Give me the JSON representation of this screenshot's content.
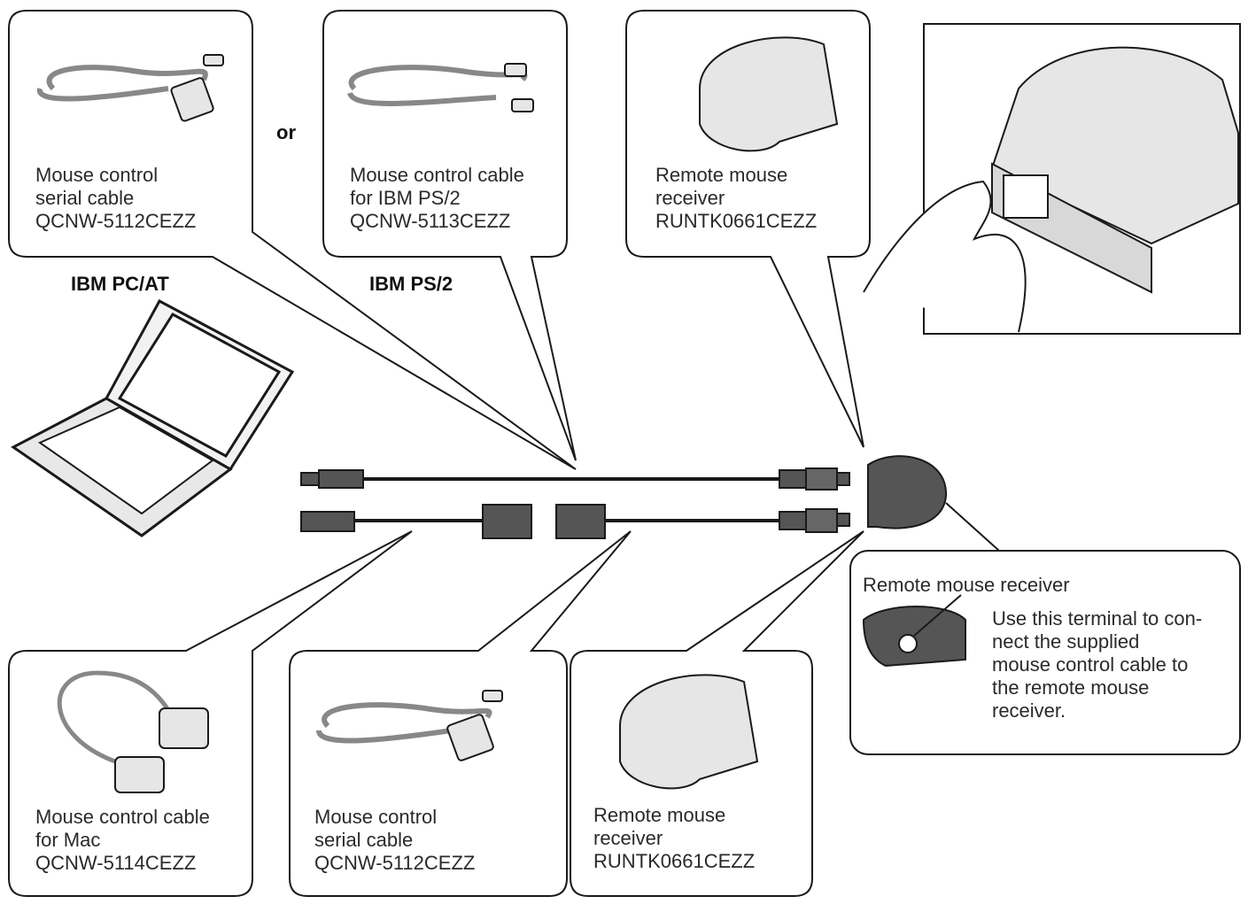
{
  "top_callouts": {
    "serial_cable": {
      "line1": "Mouse control",
      "line2": "serial cable",
      "line3": "QCNW-5112CEZZ"
    },
    "ps2_cable": {
      "line1": "Mouse control cable",
      "line2": "for IBM PS/2",
      "line3": "QCNW-5113CEZZ"
    },
    "receiver": {
      "line1": "Remote mouse",
      "line2": "receiver",
      "line3": "RUNTK0661CEZZ"
    }
  },
  "or_label": "or",
  "computer_labels": {
    "pc_at": "IBM PC/AT",
    "ps2": "IBM PS/2"
  },
  "bottom_callouts": {
    "mac_cable": {
      "line1": "Mouse control cable",
      "line2": "for Mac",
      "line3": "QCNW-5114CEZZ"
    },
    "serial_cable": {
      "line1": "Mouse control",
      "line2": "serial cable",
      "line3": "QCNW-5112CEZZ"
    },
    "receiver": {
      "line1": "Remote mouse",
      "line2": "receiver",
      "line3": "RUNTK0661CEZZ"
    }
  },
  "inset": {
    "title": "Remote mouse receiver",
    "line1": "Use this terminal to con-",
    "line2": "nect the supplied",
    "line3": "mouse control cable to",
    "line4": "the remote mouse",
    "line5": "receiver."
  },
  "colors": {
    "line": "#1a1a1a",
    "part_fill": "#e6e6e6",
    "dark_fill": "#555555"
  }
}
